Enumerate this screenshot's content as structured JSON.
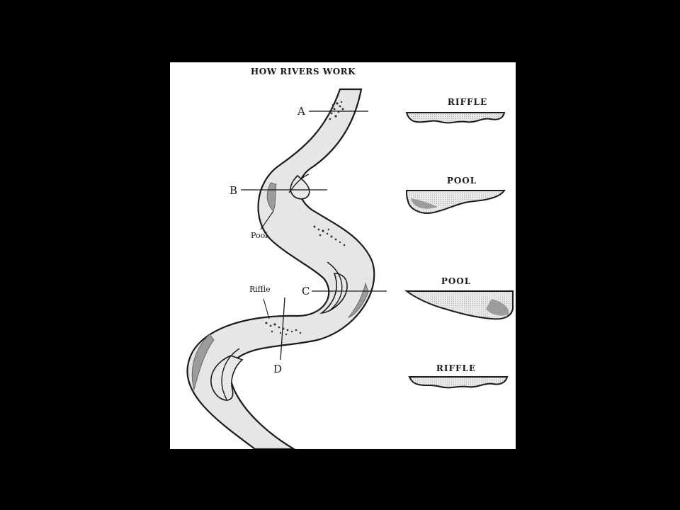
{
  "diagram": {
    "title": "HOW RIVERS WORK",
    "colors": {
      "page_background": "#000000",
      "panel_background": "#ffffff",
      "river_fill": "#e6e6e6",
      "ink": "#1a1a1a",
      "pool_shading": "#9c9c9c",
      "gravel": "#333333"
    },
    "cross_section_markers": [
      {
        "id": "A",
        "label": "A"
      },
      {
        "id": "B",
        "label": "B"
      },
      {
        "id": "C",
        "label": "C"
      },
      {
        "id": "D",
        "label": "D"
      }
    ],
    "feature_callouts": {
      "pool": "Pool",
      "riffle": "Riffle"
    },
    "cross_sections": [
      {
        "marker": "A",
        "label": "RIFFLE",
        "kind": "riffle"
      },
      {
        "marker": "B",
        "label": "POOL",
        "kind": "pool"
      },
      {
        "marker": "C",
        "label": "POOL",
        "kind": "pool"
      },
      {
        "marker": "D",
        "label": "RIFFLE",
        "kind": "riffle"
      }
    ]
  }
}
